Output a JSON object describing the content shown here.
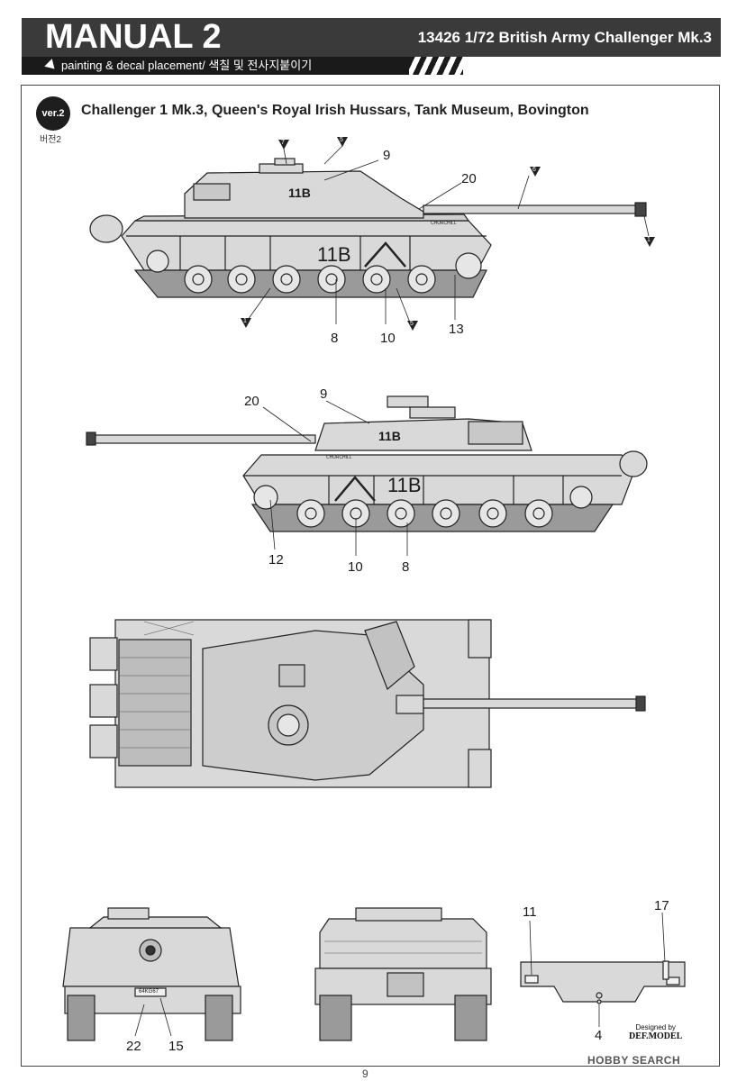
{
  "header": {
    "title": "MANUAL 2",
    "kit": "13426 1/72 British Army Challenger Mk.3"
  },
  "subheader": {
    "text": "painting & decal placement/ 색칠 및 전사지붙이기"
  },
  "version": {
    "badge": "ver.2",
    "korean": "버전2"
  },
  "scheme_title": "Challenger 1 Mk.3, Queen's Royal Irish Hussars, Tank Museum, Bovington",
  "views": {
    "left_side": {
      "hull_marking": "11B",
      "turret_marking": "11B",
      "name_marking": "CHURCHILL",
      "callouts": [
        "9",
        "20",
        "8",
        "10",
        "13"
      ],
      "color_markers": [
        "7",
        "5",
        "6",
        "1",
        "1",
        "5"
      ]
    },
    "right_side": {
      "hull_marking": "11B",
      "turret_marking": "11B",
      "name_marking": "CHURCHILL",
      "callouts": [
        "20",
        "9",
        "12",
        "10",
        "8"
      ]
    },
    "front": {
      "plate": "64KG67",
      "callouts": [
        "22",
        "15"
      ]
    },
    "decal_sheet": {
      "callouts": [
        "11",
        "17",
        "4"
      ]
    }
  },
  "credit": {
    "line1": "Designed by",
    "line2": "DEF.MODEL"
  },
  "watermark": "HOBBY SEARCH",
  "page_number": "9",
  "colors": {
    "header_bg": "#3a3a3a",
    "tank_fill": "#d9d9d9",
    "outline": "#222222"
  }
}
